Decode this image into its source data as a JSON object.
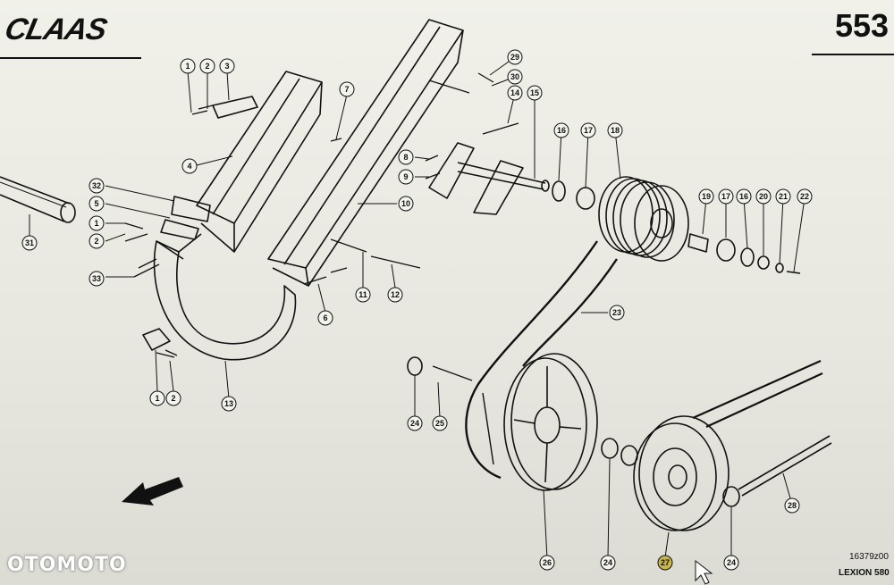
{
  "header": {
    "brand": "CLAAS",
    "page_number": "553"
  },
  "footer": {
    "drawing_ref": "16379z00",
    "model": "LEXION 580"
  },
  "watermark": "OTOMOTO",
  "callouts": [
    "1",
    "2",
    "3",
    "4",
    "5",
    "6",
    "7",
    "8",
    "9",
    "10",
    "11",
    "12",
    "13",
    "14",
    "15",
    "16",
    "17",
    "18",
    "19",
    "20",
    "21",
    "22",
    "23",
    "24",
    "25",
    "26",
    "27",
    "28",
    "29",
    "30",
    "31",
    "32",
    "33"
  ]
}
